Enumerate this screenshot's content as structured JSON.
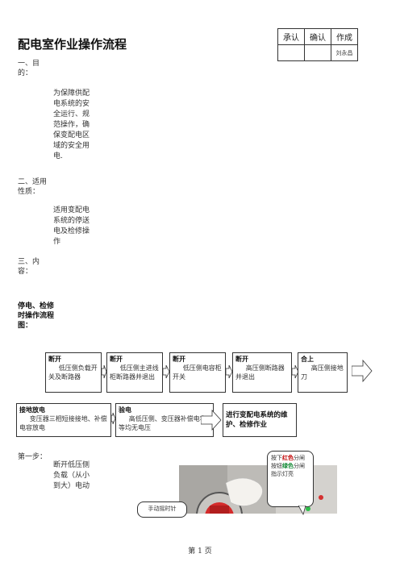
{
  "doc": {
    "title": "配电室作业操作流程",
    "approval": {
      "headers": [
        "承认",
        "确认",
        "作成"
      ],
      "signatures": [
        "",
        "",
        "刘永昌"
      ]
    },
    "section1": {
      "heading": "一、目的：",
      "body": "为保障供配电系统的安全运行、规范操作，确保变配电区域的安全用电."
    },
    "section2": {
      "heading": "二、适用性质：",
      "body": "适用变配电系统的停送电及检修操作"
    },
    "section3": {
      "heading": "三、内容："
    },
    "flow_heading": "停电、检修时操作流程图：",
    "flow": [
      {
        "title": "断开",
        "body": "低压侧负载开关及断路器"
      },
      {
        "title": "断开",
        "body": "低压侧主进线柜断路器并退出"
      },
      {
        "title": "断开",
        "body": "低压侧电容柜开关"
      },
      {
        "title": "断开",
        "body": "高压侧断路器并退出"
      },
      {
        "title": "合上",
        "body": "高压侧接地刀"
      },
      {
        "title": "接地放电",
        "body": "变压器三相短接接地、补偿电容放电"
      },
      {
        "title": "验电",
        "body": "高低压侧、变压器补偿电容等均无电压"
      },
      {
        "title": "进行变配电系统的维护、检修作业",
        "body": ""
      }
    ],
    "step1": {
      "heading": "第一步：",
      "body": "断开低压侧负载（从小到大）电动"
    },
    "callout_right": {
      "pre": "按下",
      "red": "红色",
      "mid": "分闸按钮",
      "green": "绿色",
      "post": "分闸指示灯亮"
    },
    "callout_left": "手动摇时针",
    "footer": "第 1 页"
  }
}
